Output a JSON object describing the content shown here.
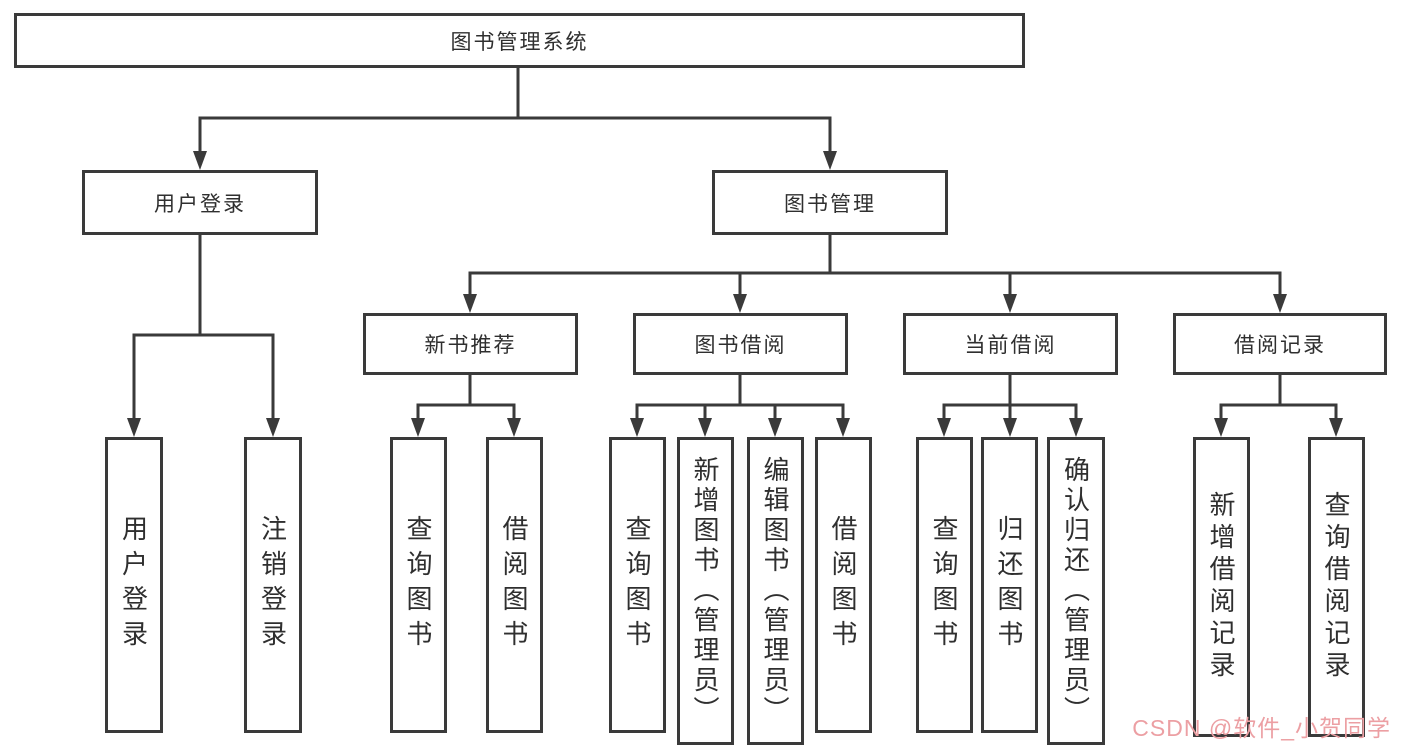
{
  "tree": {
    "root": "图书管理系统",
    "branches": [
      {
        "label": "用户登录",
        "children": [
          "用户登录",
          "注销登录"
        ]
      },
      {
        "label": "图书管理",
        "sections": [
          {
            "label": "新书推荐",
            "children": [
              "查询图书",
              "借阅图书"
            ]
          },
          {
            "label": "图书借阅",
            "children": [
              "查询图书",
              "新增图书（管理员）",
              "编辑图书（管理员）",
              "借阅图书"
            ]
          },
          {
            "label": "当前借阅",
            "children": [
              "查询图书",
              "归还图书",
              "确认归还（管理员）"
            ]
          },
          {
            "label": "借阅记录",
            "children": [
              "新增借阅记录",
              "查询借阅记录"
            ]
          }
        ]
      }
    ]
  },
  "watermark": {
    "text": "CSDN @软件_小贺同学",
    "color": "#ec9fa3"
  },
  "colors": {
    "line": "#3a3a3a",
    "background": "#ffffff",
    "box_fill": "#ffffff",
    "text": "#2f2f2f"
  }
}
